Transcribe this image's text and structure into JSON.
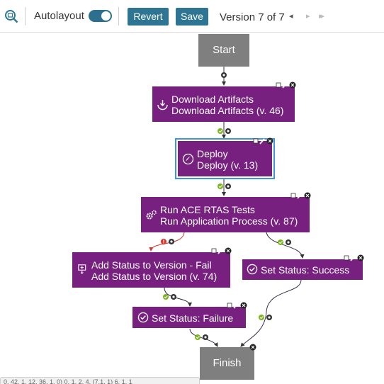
{
  "toolbar": {
    "autolayout_label": "Autolayout",
    "autolayout_on": true,
    "revert_label": "Revert",
    "save_label": "Save",
    "version_label": "Version 7 of 7",
    "prev_icon": "◂",
    "next_icon": "▸",
    "last_icon": "▸▸",
    "accent": "#2d7592"
  },
  "nodes": {
    "start": {
      "label": "Start"
    },
    "download": {
      "line1": "Download Artifacts",
      "line2": "Download Artifacts (v. 46)",
      "icon": "download-icon"
    },
    "deploy": {
      "line1": "Deploy",
      "line2": "Deploy (v. 13)",
      "icon": "rocket-icon",
      "selected": true
    },
    "run": {
      "line1": "Run ACE RTAS Tests",
      "line2": "Run Application Process (v. 87)",
      "icon": "gears-icon"
    },
    "add_status": {
      "line1": "Add Status to Version - Fail",
      "line2": "Add Status to Version (v. 74)",
      "icon": "add-status-icon"
    },
    "success": {
      "line1": "Set Status: Success",
      "icon": "check-circle-icon"
    },
    "failure": {
      "line1": "Set Status: Failure",
      "icon": "check-circle-icon"
    },
    "finish": {
      "label": "Finish"
    }
  },
  "colors": {
    "step_fill": "#772080",
    "terminal_fill": "#7f7f7f",
    "selected_border": "#3b95e0",
    "edge_success": "#7ab51d",
    "edge_failure": "#d9342b"
  },
  "statusbar": {
    "text": "0, 42, 1, 12, 36, 1, 0) 0, 1, 2, 4. (7.1, 1) 6, 1, 1"
  }
}
